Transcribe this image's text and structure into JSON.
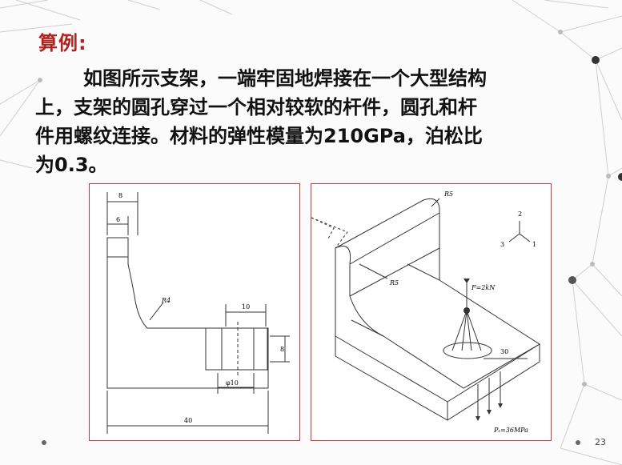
{
  "slide": {
    "title": "算例:",
    "paragraph_lines": [
      "如图所示支架，一端牢固地焊接在一个大型结构",
      "上，支架的圆孔穿过一个相对较软的杆件，圆孔和杆",
      "件用螺纹连接。材料的弹性模量为210GPa，泊松比",
      "为0.3。"
    ],
    "page_number": "23"
  },
  "drawing_left": {
    "dim_8": "8",
    "dim_6": "6",
    "radius_label": "R4",
    "dim_10": "10",
    "dim_8_side": "8",
    "hole_dim": "φ10",
    "dim_40": "40"
  },
  "drawing_right": {
    "r5_top": "R5",
    "r5_inner": "R5",
    "axis_2": "2",
    "axis_3": "3",
    "axis_1": "1",
    "force_label": "F=2kN",
    "dim_30": "30",
    "pressure_label": "Pₛ=36MPa"
  },
  "colors": {
    "title": "#b2231d",
    "panel_border": "#c43c3c"
  }
}
